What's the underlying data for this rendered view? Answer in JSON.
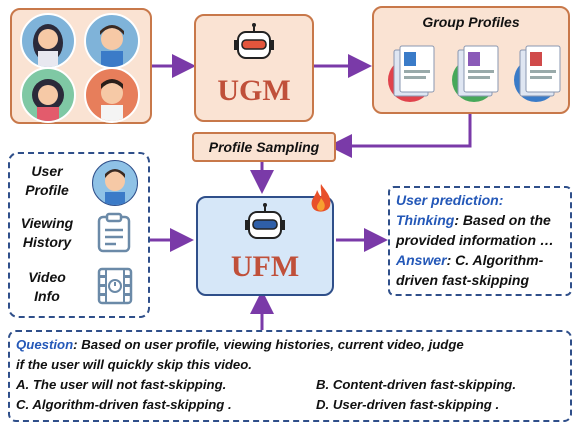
{
  "ugm": {
    "label": "UGM"
  },
  "ufm": {
    "label": "UFM"
  },
  "group_profiles": {
    "title": "Group Profiles"
  },
  "profile_sampling": {
    "label": "Profile Sampling"
  },
  "inputs": {
    "user_profile": [
      "User",
      "Profile"
    ],
    "viewing_history": [
      "Viewing",
      "History"
    ],
    "video_info": [
      "Video",
      "Info"
    ]
  },
  "prediction": {
    "title": "User prediction:",
    "thinking_key": "Thinking",
    "thinking_text_1": ": Based on the",
    "thinking_text_2": "provided information …",
    "answer_key": "Answer",
    "answer_text_1": ":  C. Algorithm-",
    "answer_text_2": "driven fast-skipping"
  },
  "question": {
    "key": "Question",
    "text_1": ": Based on user profile, viewing histories, current video, judge",
    "text_2": "if the user will quickly skip this video.",
    "options": [
      "A. The user will not fast-skipping.",
      "B. Content-driven fast-skipping.",
      "C. Algorithm-driven fast-skipping .",
      "D. User-driven fast-skipping ."
    ]
  },
  "colors": {
    "arrow": "#7a3aa8",
    "peach_fill": "#fae3d3",
    "peach_border": "#c8784a",
    "blue_fill": "#d6e7f8",
    "blue_border": "#2f4f8a",
    "ugm_text": "#c0503a",
    "ufm_text": "#c0503a",
    "accent_blue": "#2458b8"
  }
}
